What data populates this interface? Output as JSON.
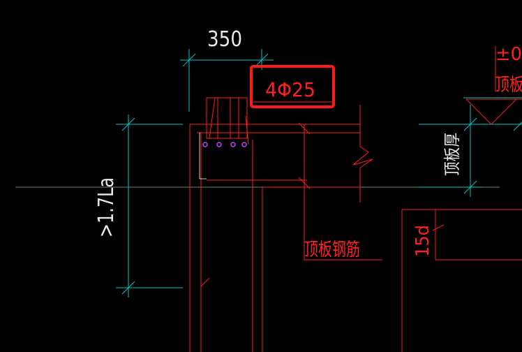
{
  "colors": {
    "background": "#000000",
    "dimension": "#00c8c8",
    "rebar": "#ff2020",
    "label_white": "#e8e8e8",
    "stirrup_dots": "#c040ff",
    "highlight": "#ff1a1a"
  },
  "labels": {
    "top_dim": "350",
    "rebar_spec": "4Φ25",
    "left_dim": ">1.7La",
    "slab_thickness": "顶板厚",
    "slab_rebar": "顶板钢筋",
    "anchor_len": "15d",
    "elev_top": "±0",
    "slab_top": "顶板"
  }
}
